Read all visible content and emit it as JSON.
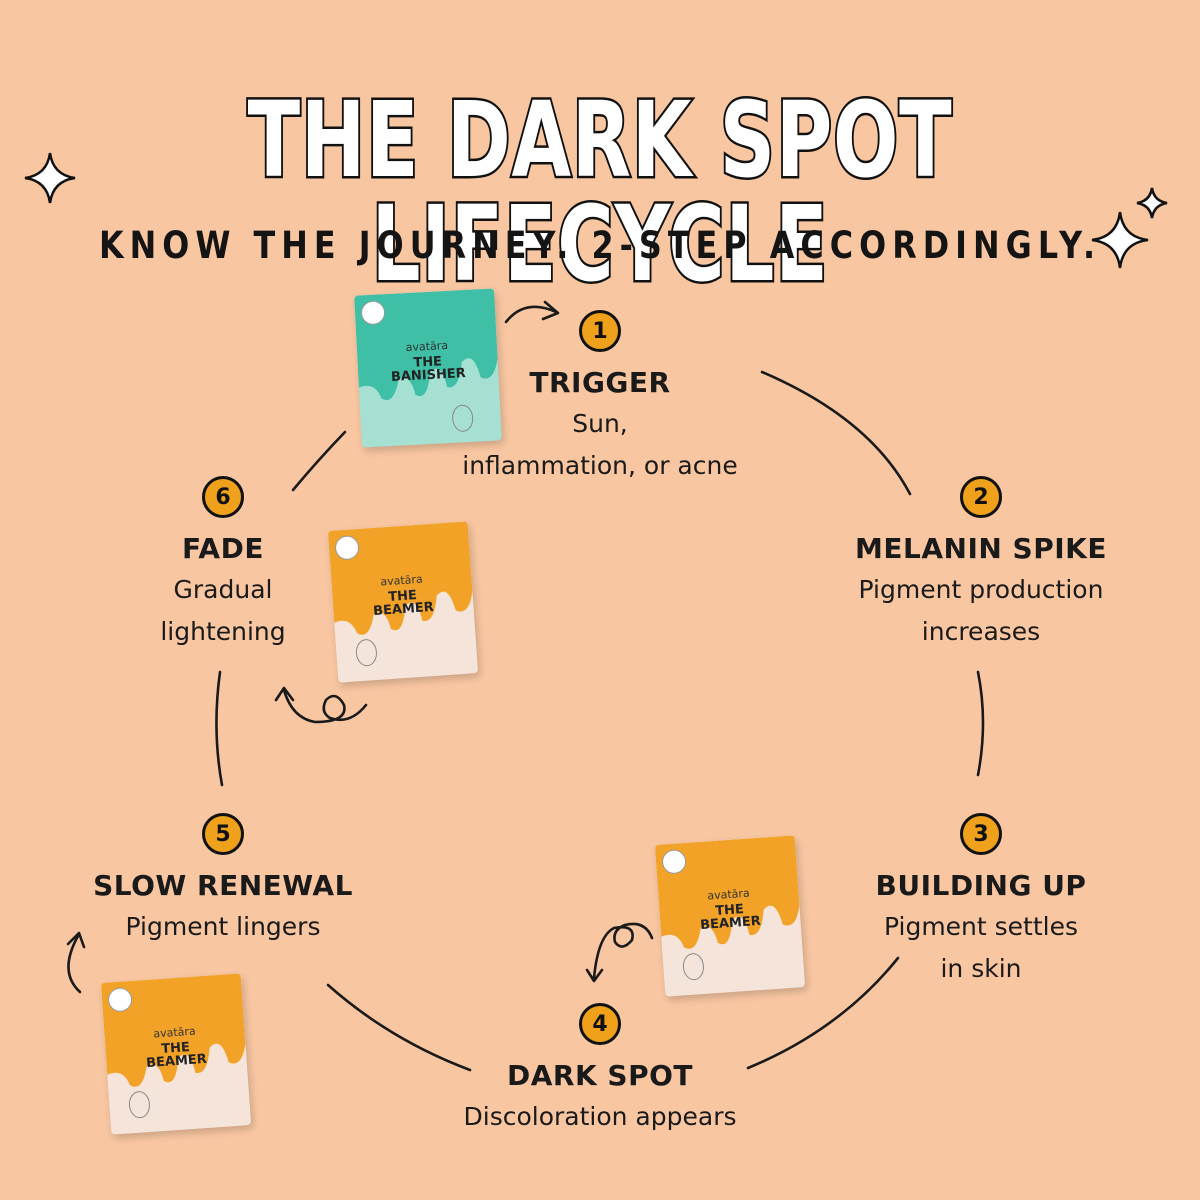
{
  "title": "THE DARK SPOT LIFECYCLE",
  "subtitle": "KNOW THE JOURNEY. 2-STEP ACCORDINGLY.",
  "steps": [
    {
      "number": "1",
      "title": "TRIGGER",
      "desc_line1": "Sun,",
      "desc_line2": "inflammation, or acne"
    },
    {
      "number": "2",
      "title": "MELANIN SPIKE",
      "desc_line1": "Pigment production",
      "desc_line2": "increases"
    },
    {
      "number": "3",
      "title": "BUILDING UP",
      "desc_line1": "Pigment settles",
      "desc_line2": "in skin"
    },
    {
      "number": "4",
      "title": "DARK SPOT",
      "desc_line1": "Discoloration appears",
      "desc_line2": ""
    },
    {
      "number": "5",
      "title": "SLOW RENEWAL",
      "desc_line1": "Pigment lingers",
      "desc_line2": ""
    },
    {
      "number": "6",
      "title": "FADE",
      "desc_line1": "Gradual",
      "desc_line2": "lightening"
    }
  ],
  "products": [
    {
      "brand": "avatāra",
      "name_line1": "THE",
      "name_line2": "BANISHER",
      "color": "teal"
    },
    {
      "brand": "avatāra",
      "name_line1": "THE",
      "name_line2": "BEAMER",
      "color": "orange"
    },
    {
      "brand": "avatāra",
      "name_line1": "THE",
      "name_line2": "BEAMER",
      "color": "orange"
    },
    {
      "brand": "avatāra",
      "name_line1": "THE",
      "name_line2": "BEAMER",
      "color": "orange"
    }
  ],
  "colors": {
    "background": "#F8C6A1",
    "badge": "#EFA11B",
    "ink": "#111111",
    "teal_drip": "#3FBFA6",
    "orange_drip": "#F1A227"
  }
}
